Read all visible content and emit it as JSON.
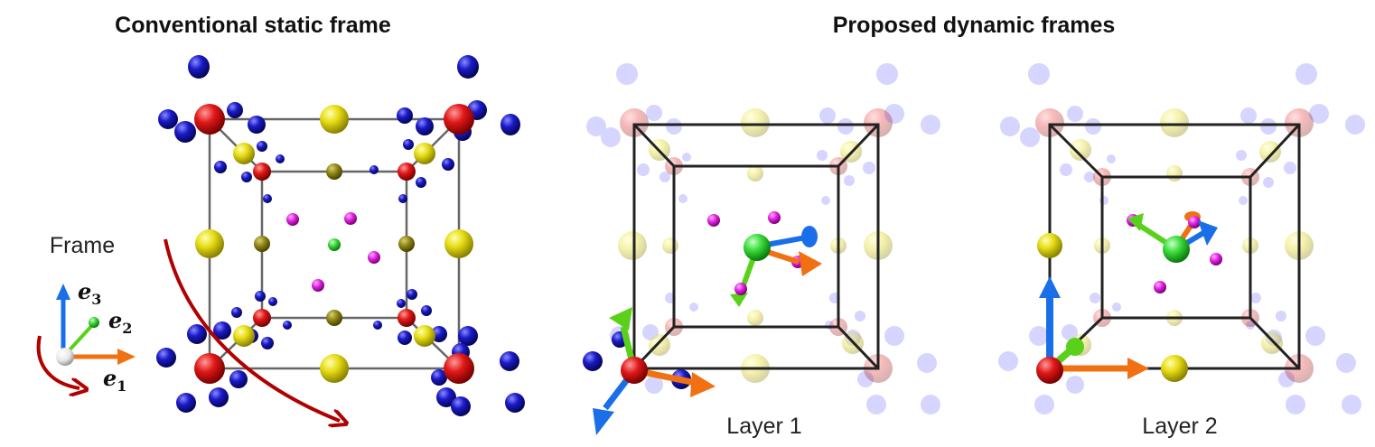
{
  "titles": {
    "left": "Conventional static frame",
    "right": "Proposed dynamic frames"
  },
  "frame_legend": {
    "label": "Frame",
    "axes": [
      {
        "symbol": "e",
        "index": "3",
        "color": "#1a6fe8"
      },
      {
        "symbol": "e",
        "index": "2",
        "color": "#59d11a"
      },
      {
        "symbol": "e",
        "index": "1",
        "color": "#f07012"
      }
    ]
  },
  "captions": {
    "layer1": "Layer 1",
    "layer2": "Layer 2"
  },
  "colors": {
    "red_atom": "#e01818",
    "blue_atom": "#1a1ac8",
    "yellow_atom": "#e6dc14",
    "olive_atom": "#8c8414",
    "magenta_atom": "#e020e0",
    "green_atom": "#3cdc3c",
    "arrow_red": "#b00000",
    "cube_edge": "#666666"
  }
}
